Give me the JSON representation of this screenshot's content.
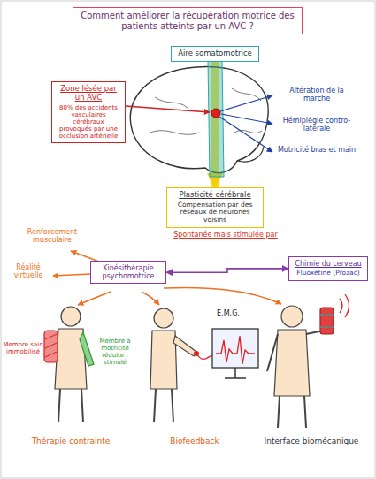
{
  "diagram": {
    "title": "Comment améliorer la récupération motrice des patients atteints par un AVC ?",
    "nodes": [
      {
        "text": [
          "Aire somatomotrice"
        ]
      },
      {
        "text": [
          "Zone lésée par un AVC",
          "80% des accidents vasculaires cérébraux provoqués par une occlusion artérielle"
        ]
      },
      {
        "text": [
          "Plasticité cérébrale",
          "Compensation par des réseaux de neurones voisins"
        ]
      },
      {
        "text": [
          "Kinésithérapie psychomotrice"
        ]
      },
      {
        "text": [
          "Chimie du cerveau",
          "Fluoxétine (Prozac)"
        ]
      }
    ],
    "edges": [
      {
        "from": 0,
        "to": 2,
        "arrow": "to"
      },
      {
        "from": 3,
        "to": 4,
        "arrow": "both"
      }
    ],
    "labels": [
      "Spontanée mais stimulée par",
      "Altération de la marche",
      "Hémiplégie contro-latérale",
      "Motricité bras et main",
      "Renforcement musculaire",
      "Réalité virtuelle",
      "E.M.G.",
      "Membre sain immobilisé",
      "Membre à motricité réduite : stimulé",
      "Thérapie contrainte",
      "Biofeedback",
      "Interface biomécanique"
    ]
  }
}
